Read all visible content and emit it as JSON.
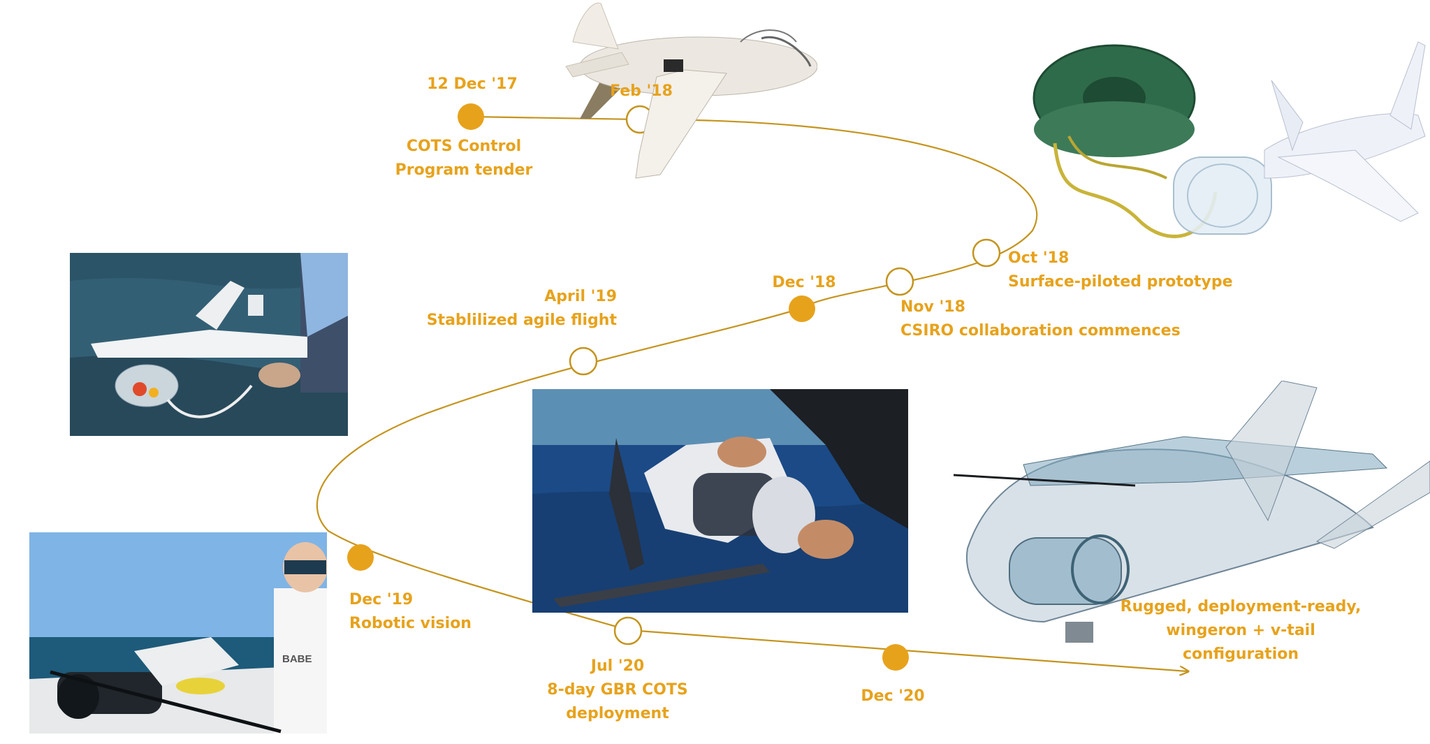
{
  "colors": {
    "accent": "#E7A21C",
    "path": "#C4941E",
    "sea": "#1E5A7A",
    "sky": "#7FB4E6"
  },
  "milestones": [
    {
      "id": "tender",
      "date": "12 Dec '17",
      "caption_lines": [
        "COTS Control",
        "Program tender"
      ],
      "marker": "filled"
    },
    {
      "id": "feb18",
      "date": "Feb '18",
      "caption_lines": [],
      "marker": "hollow"
    },
    {
      "id": "oct18",
      "date": "Oct '18",
      "caption_lines": [
        "Surface-piloted prototype"
      ],
      "marker": "hollow"
    },
    {
      "id": "nov18",
      "date": "Nov '18",
      "caption_lines": [
        "CSIRO collaboration commences"
      ],
      "marker": "hollow"
    },
    {
      "id": "dec18",
      "date": "Dec '18",
      "caption_lines": [],
      "marker": "filled"
    },
    {
      "id": "apr19",
      "date": "April '19",
      "caption_lines": [
        "Stablilized agile flight"
      ],
      "marker": "hollow"
    },
    {
      "id": "dec19",
      "date": "Dec '19",
      "caption_lines": [
        "Robotic vision"
      ],
      "marker": "filled"
    },
    {
      "id": "jul20",
      "date": "Jul '20",
      "caption_lines": [
        "8-day GBR COTS",
        "deployment"
      ],
      "marker": "hollow"
    },
    {
      "id": "dec20",
      "date": "Dec '20",
      "caption_lines": [],
      "marker": "filled"
    }
  ],
  "end_caption_lines": [
    "Rugged, deployment-ready,",
    "wingeron + v-tail",
    "configuration"
  ],
  "shirt_text": "BABE",
  "photos": [
    {
      "icon": "early-white-glider-render"
    },
    {
      "icon": "tethered-prototype-with-reel-render"
    },
    {
      "icon": "handheld-prototype-at-sea-photo"
    },
    {
      "icon": "deck-prototype-with-operator-photo"
    },
    {
      "icon": "deployment-in-water-photo"
    },
    {
      "icon": "transparent-vtail-glider-render"
    }
  ]
}
